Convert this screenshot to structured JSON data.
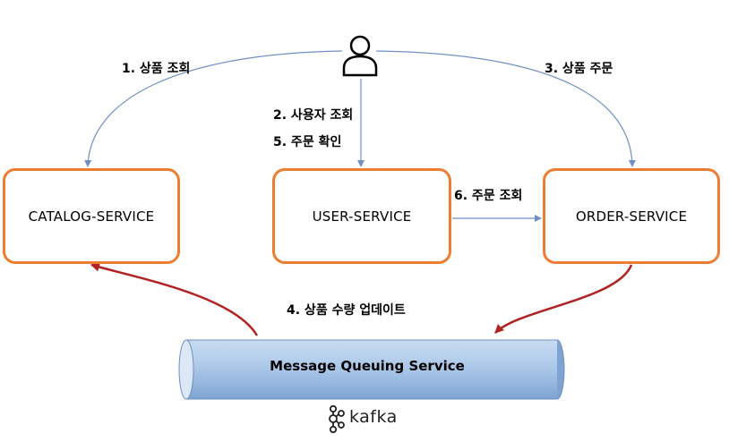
{
  "labels": {
    "step1": "1.  상품 조회",
    "step2": "2. 사용자 조회",
    "step5": "5. 주문 확인",
    "step3": "3. 상품 주문",
    "step6": "6. 주문 조회",
    "step4": "4. 상품 수량 업데이트"
  },
  "services": {
    "catalog": "CATALOG-SERVICE",
    "user": "USER-SERVICE",
    "order": "ORDER-SERVICE"
  },
  "queue": {
    "label": "Message Queuing Service"
  },
  "logo": {
    "text": "kafka"
  },
  "colors": {
    "box_border": "#ed7d31",
    "arrow_blue": "#6f8fc6",
    "arrow_red": "#b22222",
    "cylinder": "#9fbde3"
  },
  "icons": {
    "user": "user-icon",
    "logo": "kafka-logo-icon"
  }
}
